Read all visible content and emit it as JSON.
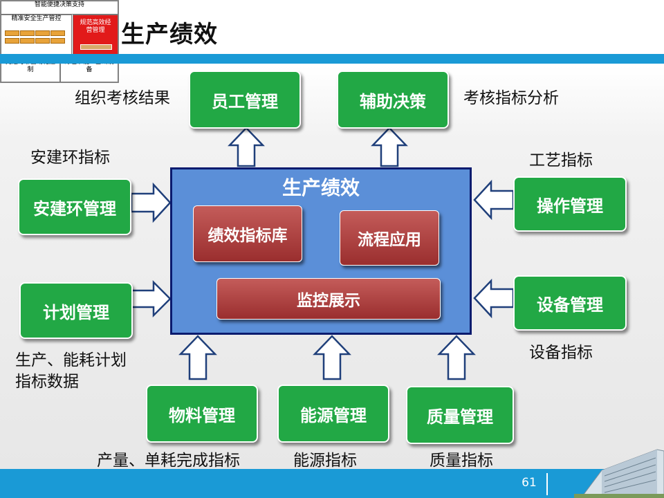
{
  "slide": {
    "title": "生产绩效",
    "page_number": "61"
  },
  "mini_nav": {
    "top": "智能便捷决策支持",
    "left_mid": "精准安全生产管控",
    "right_mid": "规范高效经营管理",
    "bottom_left": "先进可靠自动化控制",
    "bottom_right": "绿色节能IT基础设备",
    "active_color": "#e21a1a"
  },
  "diagram": {
    "center": {
      "title": "生产绩效",
      "modules": [
        "绩效指标库",
        "流程应用",
        "监控展示"
      ]
    },
    "nodes": {
      "top_left": "员工管理",
      "top_right": "辅助决策",
      "left_upper": "安建环管理",
      "left_lower": "计划管理",
      "right_upper": "操作管理",
      "right_lower": "设备管理",
      "bottom_left": "物料管理",
      "bottom_mid": "能源管理",
      "bottom_right": "质量管理"
    },
    "labels": {
      "top_left": "组织考核结果",
      "top_right": "考核指标分析",
      "left_upper": "安建环指标",
      "left_lower": "生产、能耗计划指标数据",
      "right_upper": "工艺指标",
      "right_lower": "设备指标",
      "bottom_left": "产量、单耗完成指标",
      "bottom_mid": "能源指标",
      "bottom_right": "质量指标"
    },
    "colors": {
      "node": "#22a845",
      "center": "#5b8fd8",
      "module": "#b04444",
      "accent_bar": "#1a9ad6"
    }
  }
}
